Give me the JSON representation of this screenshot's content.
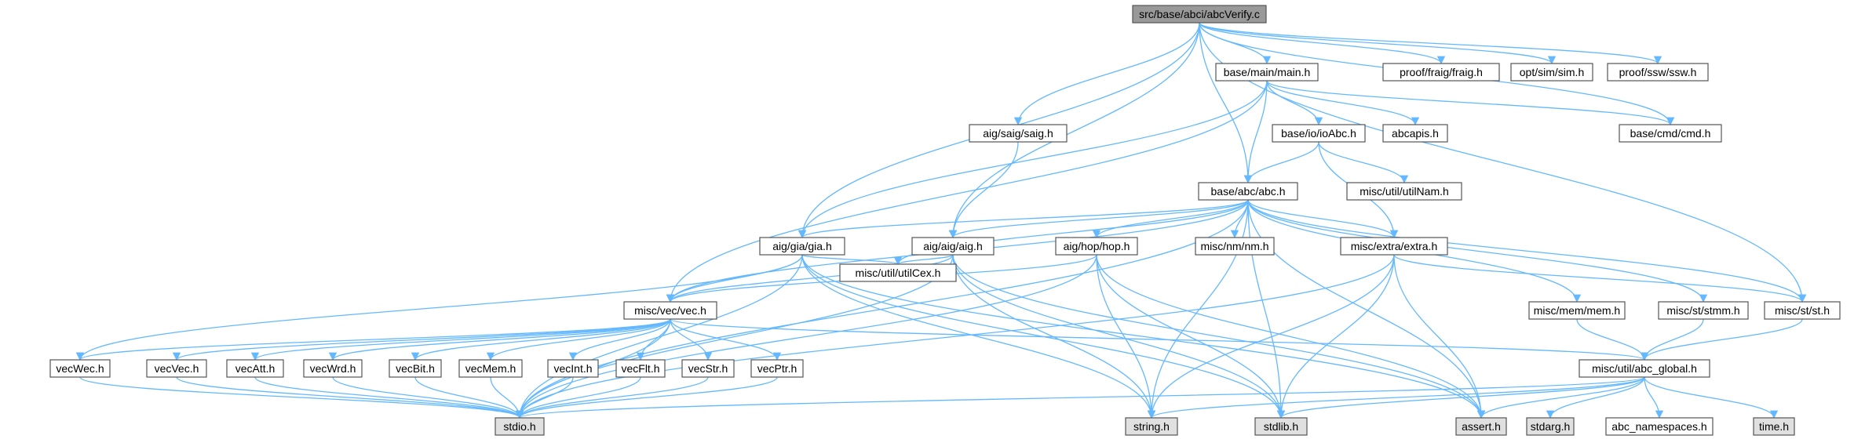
{
  "graph": {
    "colors": {
      "edge": "#63b8ff",
      "node_fill": "#ffffff",
      "root_fill": "#999999",
      "system_fill": "#e0e0e0",
      "node_border": "#555555"
    },
    "nodes": [
      {
        "id": "abcVerify",
        "label": "src/base/abci/abcVerify.c",
        "kind": "root"
      },
      {
        "id": "main",
        "label": "base/main/main.h",
        "kind": "header"
      },
      {
        "id": "fraig",
        "label": "proof/fraig/fraig.h",
        "kind": "header"
      },
      {
        "id": "sim",
        "label": "opt/sim/sim.h",
        "kind": "header"
      },
      {
        "id": "ssw",
        "label": "proof/ssw/ssw.h",
        "kind": "header"
      },
      {
        "id": "saig",
        "label": "aig/saig/saig.h",
        "kind": "header"
      },
      {
        "id": "ioAbc",
        "label": "base/io/ioAbc.h",
        "kind": "header"
      },
      {
        "id": "abcapis",
        "label": "abcapis.h",
        "kind": "header"
      },
      {
        "id": "cmd",
        "label": "base/cmd/cmd.h",
        "kind": "header"
      },
      {
        "id": "abc",
        "label": "base/abc/abc.h",
        "kind": "header"
      },
      {
        "id": "utilNam",
        "label": "misc/util/utilNam.h",
        "kind": "header"
      },
      {
        "id": "gia",
        "label": "aig/gia/gia.h",
        "kind": "header"
      },
      {
        "id": "aig",
        "label": "aig/aig/aig.h",
        "kind": "header"
      },
      {
        "id": "hop",
        "label": "aig/hop/hop.h",
        "kind": "header"
      },
      {
        "id": "nm",
        "label": "misc/nm/nm.h",
        "kind": "header"
      },
      {
        "id": "extra",
        "label": "misc/extra/extra.h",
        "kind": "header"
      },
      {
        "id": "utilCex",
        "label": "misc/util/utilCex.h",
        "kind": "header"
      },
      {
        "id": "vec",
        "label": "misc/vec/vec.h",
        "kind": "header"
      },
      {
        "id": "mem",
        "label": "misc/mem/mem.h",
        "kind": "header"
      },
      {
        "id": "stmm",
        "label": "misc/st/stmm.h",
        "kind": "header"
      },
      {
        "id": "st",
        "label": "misc/st/st.h",
        "kind": "header"
      },
      {
        "id": "vecWec",
        "label": "vecWec.h",
        "kind": "header"
      },
      {
        "id": "vecVec",
        "label": "vecVec.h",
        "kind": "header"
      },
      {
        "id": "vecAtt",
        "label": "vecAtt.h",
        "kind": "header"
      },
      {
        "id": "vecWrd",
        "label": "vecWrd.h",
        "kind": "header"
      },
      {
        "id": "vecBit",
        "label": "vecBit.h",
        "kind": "header"
      },
      {
        "id": "vecMem",
        "label": "vecMem.h",
        "kind": "header"
      },
      {
        "id": "vecInt",
        "label": "vecInt.h",
        "kind": "header"
      },
      {
        "id": "vecFlt",
        "label": "vecFlt.h",
        "kind": "header"
      },
      {
        "id": "vecStr",
        "label": "vecStr.h",
        "kind": "header"
      },
      {
        "id": "vecPtr",
        "label": "vecPtr.h",
        "kind": "header"
      },
      {
        "id": "abc_global",
        "label": "misc/util/abc_global.h",
        "kind": "header"
      },
      {
        "id": "stdio",
        "label": "stdio.h",
        "kind": "system"
      },
      {
        "id": "string",
        "label": "string.h",
        "kind": "system"
      },
      {
        "id": "stdlib",
        "label": "stdlib.h",
        "kind": "system"
      },
      {
        "id": "assert",
        "label": "assert.h",
        "kind": "system"
      },
      {
        "id": "stdarg",
        "label": "stdarg.h",
        "kind": "system"
      },
      {
        "id": "abc_namespaces",
        "label": "abc_namespaces.h",
        "kind": "header"
      },
      {
        "id": "time",
        "label": "time.h",
        "kind": "system"
      }
    ],
    "edges": [
      [
        "abcVerify",
        "main"
      ],
      [
        "abcVerify",
        "fraig"
      ],
      [
        "abcVerify",
        "sim"
      ],
      [
        "abcVerify",
        "ssw"
      ],
      [
        "abcVerify",
        "cmd"
      ],
      [
        "abcVerify",
        "abc"
      ],
      [
        "abcVerify",
        "saig"
      ],
      [
        "abcVerify",
        "gia"
      ],
      [
        "abcVerify",
        "aig"
      ],
      [
        "abcVerify",
        "st"
      ],
      [
        "main",
        "ioAbc"
      ],
      [
        "main",
        "abcapis"
      ],
      [
        "main",
        "cmd"
      ],
      [
        "main",
        "abc"
      ],
      [
        "main",
        "gia"
      ],
      [
        "main",
        "vec"
      ],
      [
        "saig",
        "aig"
      ],
      [
        "ioAbc",
        "abc"
      ],
      [
        "ioAbc",
        "utilNam"
      ],
      [
        "ioAbc",
        "extra"
      ],
      [
        "abc",
        "gia"
      ],
      [
        "abc",
        "aig"
      ],
      [
        "abc",
        "hop"
      ],
      [
        "abc",
        "nm"
      ],
      [
        "abc",
        "extra"
      ],
      [
        "abc",
        "utilCex"
      ],
      [
        "abc",
        "vec"
      ],
      [
        "abc",
        "mem"
      ],
      [
        "abc",
        "stmm"
      ],
      [
        "abc",
        "st"
      ],
      [
        "abc",
        "stdio"
      ],
      [
        "abc",
        "string"
      ],
      [
        "abc",
        "stdlib"
      ],
      [
        "abc",
        "assert"
      ],
      [
        "gia",
        "vec"
      ],
      [
        "gia",
        "utilCex"
      ],
      [
        "gia",
        "vecWec"
      ],
      [
        "gia",
        "stdio"
      ],
      [
        "gia",
        "string"
      ],
      [
        "gia",
        "stdlib"
      ],
      [
        "gia",
        "assert"
      ],
      [
        "aig",
        "vec"
      ],
      [
        "aig",
        "utilCex"
      ],
      [
        "aig",
        "stdio"
      ],
      [
        "aig",
        "string"
      ],
      [
        "aig",
        "stdlib"
      ],
      [
        "aig",
        "assert"
      ],
      [
        "hop",
        "vec"
      ],
      [
        "hop",
        "stdio"
      ],
      [
        "hop",
        "string"
      ],
      [
        "hop",
        "stdlib"
      ],
      [
        "hop",
        "assert"
      ],
      [
        "extra",
        "st"
      ],
      [
        "extra",
        "stdio"
      ],
      [
        "extra",
        "string"
      ],
      [
        "extra",
        "stdlib"
      ],
      [
        "extra",
        "assert"
      ],
      [
        "vec",
        "vecWec"
      ],
      [
        "vec",
        "vecVec"
      ],
      [
        "vec",
        "vecAtt"
      ],
      [
        "vec",
        "vecWrd"
      ],
      [
        "vec",
        "vecBit"
      ],
      [
        "vec",
        "vecMem"
      ],
      [
        "vec",
        "vecInt"
      ],
      [
        "vec",
        "vecFlt"
      ],
      [
        "vec",
        "vecStr"
      ],
      [
        "vec",
        "vecPtr"
      ],
      [
        "vec",
        "abc_global"
      ],
      [
        "vec",
        "stdio"
      ],
      [
        "mem",
        "abc_global"
      ],
      [
        "stmm",
        "abc_global"
      ],
      [
        "st",
        "abc_global"
      ],
      [
        "vecWec",
        "stdio"
      ],
      [
        "vecVec",
        "stdio"
      ],
      [
        "vecAtt",
        "stdio"
      ],
      [
        "vecWrd",
        "stdio"
      ],
      [
        "vecBit",
        "stdio"
      ],
      [
        "vecMem",
        "stdio"
      ],
      [
        "vecInt",
        "stdio"
      ],
      [
        "vecFlt",
        "stdio"
      ],
      [
        "vecStr",
        "stdio"
      ],
      [
        "vecPtr",
        "stdio"
      ],
      [
        "abc_global",
        "stdio"
      ],
      [
        "abc_global",
        "string"
      ],
      [
        "abc_global",
        "stdlib"
      ],
      [
        "abc_global",
        "assert"
      ],
      [
        "abc_global",
        "stdarg"
      ],
      [
        "abc_global",
        "abc_namespaces"
      ],
      [
        "abc_global",
        "time"
      ]
    ]
  }
}
